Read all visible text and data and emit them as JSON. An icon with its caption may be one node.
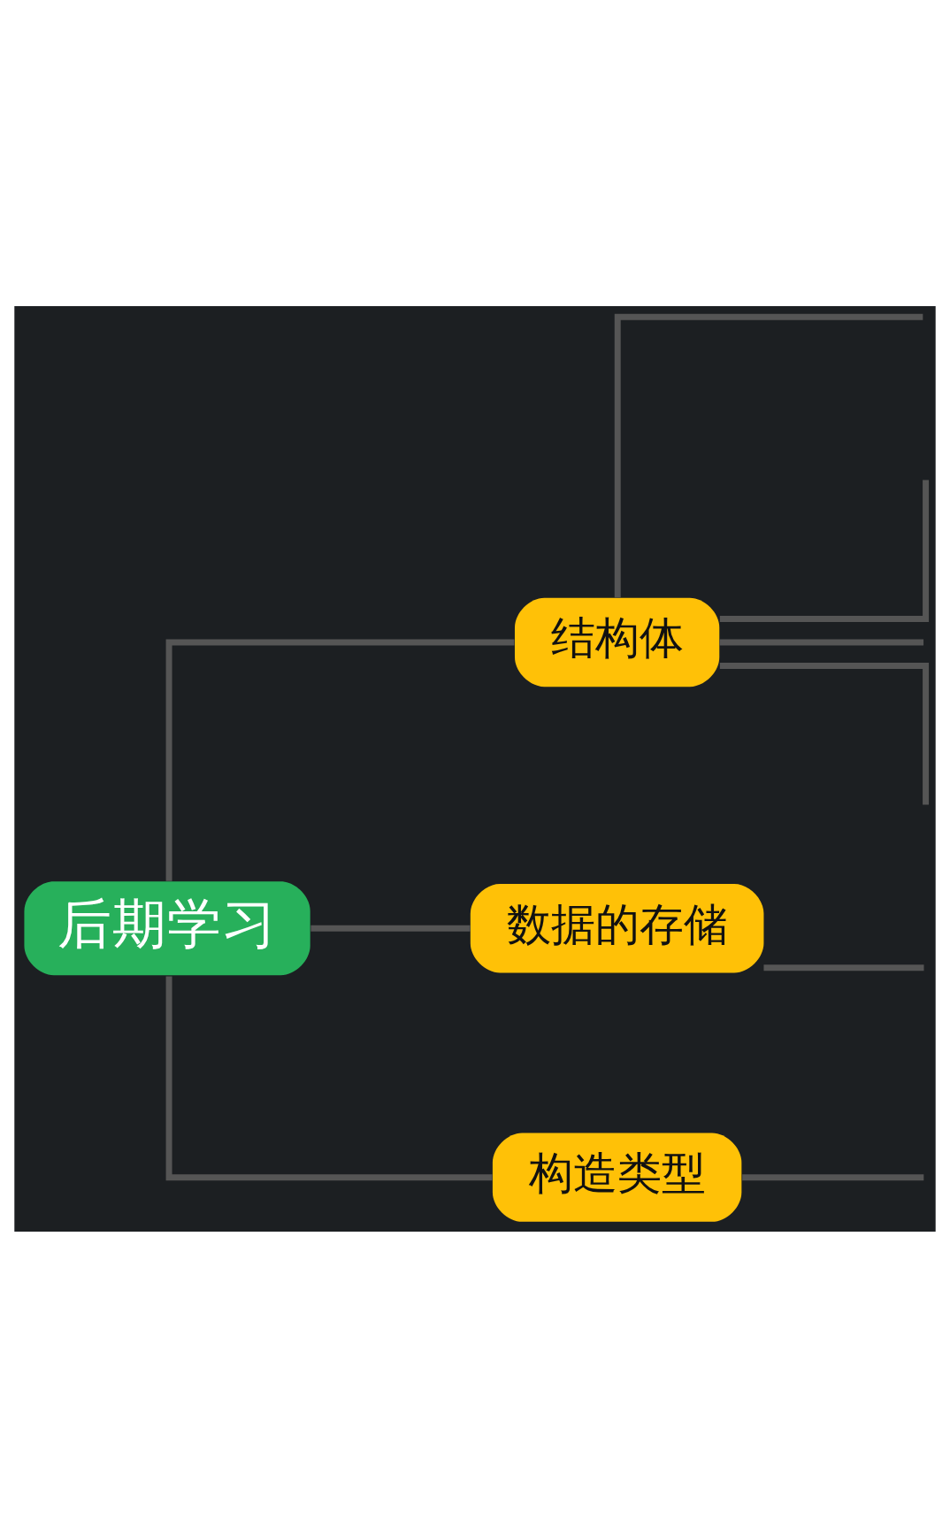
{
  "diagram": {
    "nodes": [
      {
        "text": [
          "后期学习"
        ]
      },
      {
        "text": [
          "结构体"
        ]
      },
      {
        "text": [
          "数据的存储"
        ]
      },
      {
        "text": [
          "构造类型"
        ]
      }
    ],
    "edges": [
      {
        "from": 0,
        "to": 1,
        "arrow": "none"
      },
      {
        "from": 0,
        "to": 2,
        "arrow": "none"
      },
      {
        "from": 0,
        "to": 3,
        "arrow": "none"
      },
      {
        "from": 1,
        "to": null,
        "arrow": "none"
      },
      {
        "from": 1,
        "to": null,
        "arrow": "none"
      },
      {
        "from": 1,
        "to": null,
        "arrow": "none"
      },
      {
        "from": 1,
        "to": null,
        "arrow": "none"
      },
      {
        "from": 2,
        "to": null,
        "arrow": "none"
      },
      {
        "from": 3,
        "to": null,
        "arrow": "none"
      }
    ]
  }
}
